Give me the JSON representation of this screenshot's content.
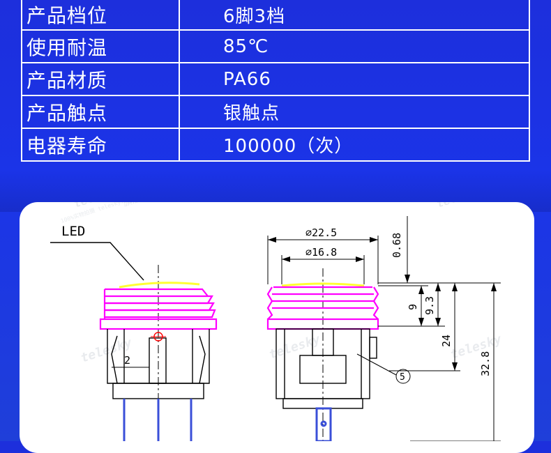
{
  "spec_rows": [
    {
      "label": "产品档位",
      "value": "6脚3档"
    },
    {
      "label": "使用耐温",
      "value": "85℃"
    },
    {
      "label": "产品材质",
      "value": "PA66"
    },
    {
      "label": "产品触点",
      "value": "银触点"
    },
    {
      "label": "电器寿命",
      "value": "100000（次）"
    }
  ],
  "diagram": {
    "led_label": "LED",
    "dim_outer_dia": "⌀22.5",
    "dim_inner_dia": "⌀16.8",
    "dim_0_68": "0.68",
    "dim_9": "9",
    "dim_9_3": "9.3",
    "dim_24": "24",
    "dim_32_8": "32.8",
    "dim_2": "2",
    "callout_5": "5",
    "watermark_brand": "telesky",
    "watermark_store": "旗舰店",
    "watermark_url": "100%实物拍摄 telesky.tmall.com",
    "accent_color": "#ff00ff",
    "led_color": "#ffff33",
    "pin_color": "#3a4fd8"
  }
}
